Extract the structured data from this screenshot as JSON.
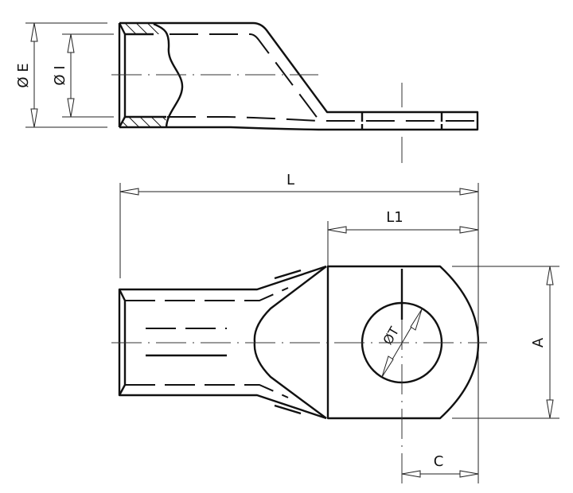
{
  "drawing": {
    "subject": "Tubular cable lug (ring terminal)",
    "views": [
      "side-section",
      "top"
    ],
    "colors": {
      "line": "#111111",
      "background": "#ffffff"
    }
  },
  "dimensions": {
    "outer_diameter": "Ø E",
    "inner_diameter": "Ø I",
    "overall_length": "L",
    "palm_length": "L1",
    "stud_hole": "ØT",
    "palm_width": "A",
    "hole_to_end": "C"
  }
}
